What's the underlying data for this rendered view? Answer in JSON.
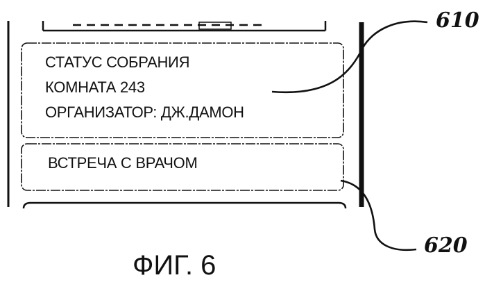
{
  "panel_upper": {
    "line1": "СТАТУС СОБРАНИЯ",
    "line2": "КОМНАТА 243",
    "line3": "ОРГАНИЗАТОР: ДЖ.ДАМОН"
  },
  "panel_lower": {
    "line1": "ВСТРЕЧА С ВРАЧОМ"
  },
  "labels": {
    "ref_610": "610",
    "ref_620": "620"
  },
  "caption": "ФИГ. 6",
  "colors": {
    "ink": "#111111",
    "background": "#ffffff"
  }
}
